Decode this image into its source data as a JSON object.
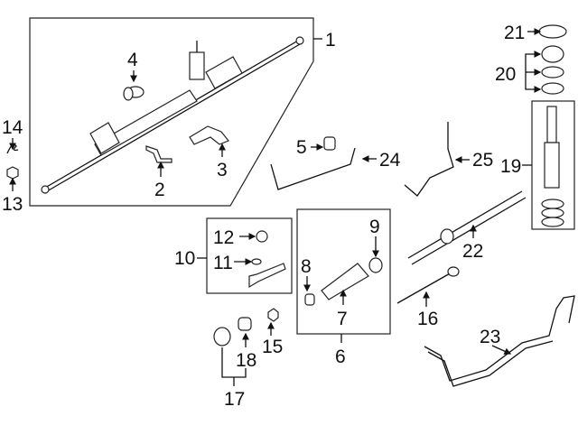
{
  "diagram": {
    "title": "",
    "callouts": [
      {
        "id": "1",
        "label": "1"
      },
      {
        "id": "2",
        "label": "2"
      },
      {
        "id": "3",
        "label": "3"
      },
      {
        "id": "4",
        "label": "4"
      },
      {
        "id": "5",
        "label": "5"
      },
      {
        "id": "6",
        "label": "6"
      },
      {
        "id": "7",
        "label": "7"
      },
      {
        "id": "8",
        "label": "8"
      },
      {
        "id": "9",
        "label": "9"
      },
      {
        "id": "10",
        "label": "10"
      },
      {
        "id": "11",
        "label": "11"
      },
      {
        "id": "12",
        "label": "12"
      },
      {
        "id": "13",
        "label": "13"
      },
      {
        "id": "14",
        "label": "14"
      },
      {
        "id": "15",
        "label": "15"
      },
      {
        "id": "16",
        "label": "16"
      },
      {
        "id": "17",
        "label": "17"
      },
      {
        "id": "18",
        "label": "18"
      },
      {
        "id": "19",
        "label": "19"
      },
      {
        "id": "20",
        "label": "20"
      },
      {
        "id": "21",
        "label": "21"
      },
      {
        "id": "22",
        "label": "22"
      },
      {
        "id": "23",
        "label": "23"
      },
      {
        "id": "24",
        "label": "24"
      },
      {
        "id": "25",
        "label": "25"
      }
    ]
  }
}
